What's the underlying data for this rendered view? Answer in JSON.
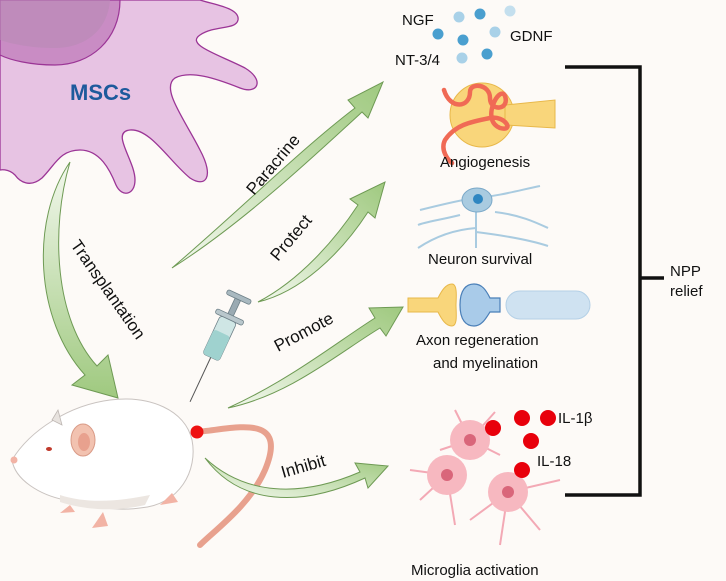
{
  "figure": {
    "type": "mechanism-diagram",
    "source_cell": {
      "label": "MSCs",
      "label_color": "#1d5a9c",
      "cell_color": "#e7c3e3",
      "membrane_color": "#9b3596"
    },
    "delivery": {
      "label": "Transplantation"
    },
    "arrows": [
      {
        "id": "paracrine",
        "label": "Paracrine"
      },
      {
        "id": "protect",
        "label": "Protect"
      },
      {
        "id": "promote",
        "label": "Promote"
      },
      {
        "id": "inhibit",
        "label": "Inhibit"
      }
    ],
    "arrow_color": "#a9cf8a",
    "factors": {
      "labels": [
        "NGF",
        "GDNF",
        "NT-3/4"
      ],
      "dot_colors": [
        "#4a9fcf",
        "#a9d1e8"
      ]
    },
    "outcomes": [
      {
        "id": "angiogenesis",
        "label": "Angiogenesis"
      },
      {
        "id": "neuron-survival",
        "label": "Neuron survival"
      },
      {
        "id": "axon",
        "label_line1": "Axon regeneration",
        "label_line2": "and myelination"
      },
      {
        "id": "microglia",
        "label": "Microglia activation"
      }
    ],
    "cytokines": {
      "labels": [
        "IL-1β",
        "IL-18"
      ],
      "color": "#e8000b"
    },
    "result": {
      "line1": "NPP",
      "line2": "relief"
    }
  }
}
